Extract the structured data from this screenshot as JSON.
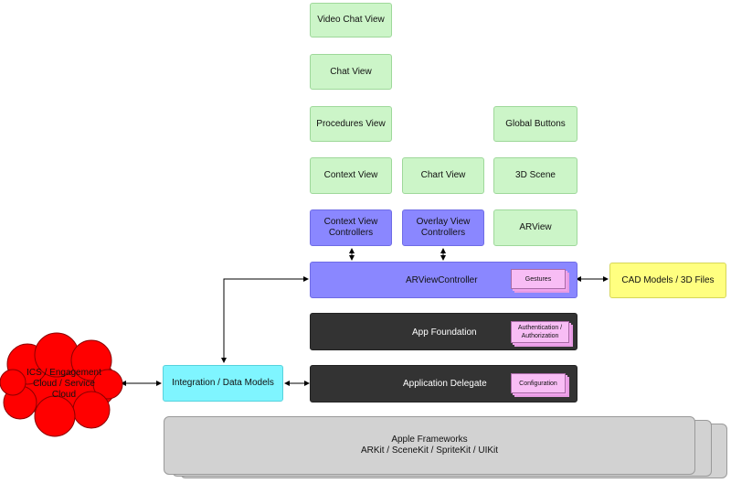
{
  "nodes": {
    "video_chat_view": "Video Chat View",
    "chat_view": "Chat View",
    "procedures_view": "Procedures View",
    "global_buttons": "Global Buttons",
    "context_view": "Context View",
    "chart_view": "Chart View",
    "scene_3d": "3D Scene",
    "context_view_controllers": "Context View\nControllers",
    "overlay_view_controllers": "Overlay View\nControllers",
    "arview": "ARView",
    "arviewcontroller": "ARViewController",
    "gestures": "Gestures",
    "cad_models": "CAD Models / 3D Files",
    "app_foundation": "App Foundation",
    "auth": "Authentication /\nAuthorization",
    "ics_cloud": "ICS / Engagement\nCloud / Service\nCloud",
    "integration": "Integration / Data Models",
    "app_delegate": "Application Delegate",
    "configuration": "Configuration",
    "apple_frameworks_title": "Apple Frameworks",
    "apple_frameworks_list": "ARKit / SceneKit / SpriteKit / UIKit"
  },
  "colors": {
    "view": "#ccf5c8",
    "controller": "#8a87ff",
    "foundation": "#333333",
    "external": "#ffff80",
    "integration": "#7ff5ff",
    "cloud": "#ff0000",
    "tag": "#f8bdf5",
    "platform": "#d2d2d2"
  }
}
